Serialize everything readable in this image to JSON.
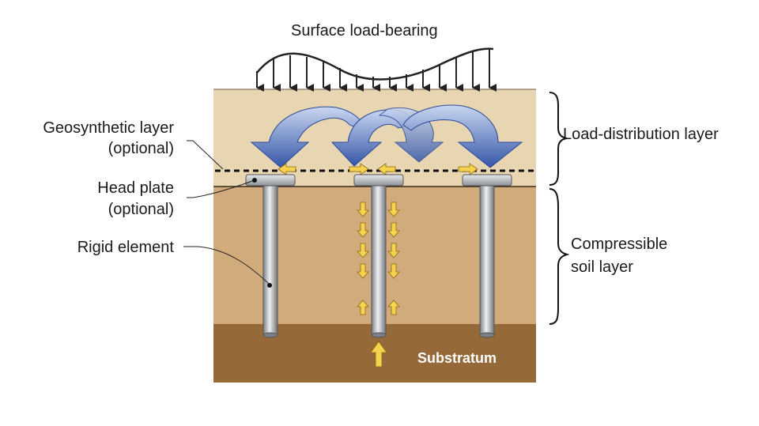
{
  "labels": {
    "surface": "Surface load-bearing",
    "geosynthetic": [
      "Geosynthetic layer",
      "(optional)"
    ],
    "head_plate": [
      "Head plate",
      "(optional)"
    ],
    "rigid": "Rigid element",
    "load_distribution": "Load-distribution layer",
    "compressible": [
      "Compressible",
      "soil layer"
    ],
    "substratum": "Substratum"
  },
  "colors": {
    "load_distribution_layer": "#e8d5b2",
    "compressible_layer": "#d1ab7b",
    "substratum": "#956a38",
    "arch_arrow": "#3e63b4",
    "small_arrow": "#f6d24e",
    "pile": "#b9bec4"
  }
}
